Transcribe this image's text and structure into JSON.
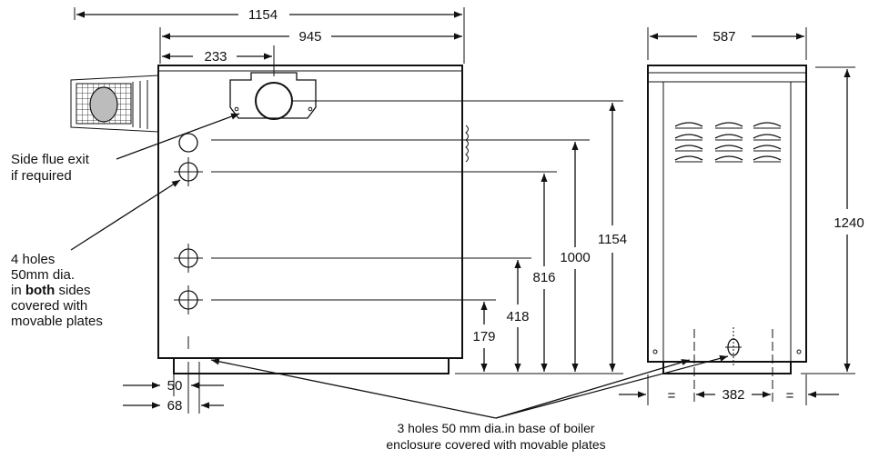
{
  "front_view": {
    "dims": {
      "overall_width": "1154",
      "case_width": "945",
      "flue_offset": "233",
      "h_top": "1154",
      "h_1000": "1000",
      "h_816": "816",
      "h_418": "418",
      "h_179": "179",
      "base_50": "50",
      "base_68": "68"
    },
    "labels": {
      "side_flue_line1": "Side flue exit",
      "side_flue_line2": "if required",
      "holes_line1": "4 holes",
      "holes_line2": "50mm dia.",
      "holes_line3_pre": "in ",
      "holes_line3_bold": "both",
      "holes_line3_post": " sides",
      "holes_line4": "covered with",
      "holes_line5": "movable plates"
    }
  },
  "side_view": {
    "dims": {
      "width": "587",
      "height": "1240",
      "base_spacing": "382",
      "equal_left": "=",
      "equal_right": "="
    }
  },
  "caption": {
    "line1": "3 holes 50 mm dia.in base of boiler",
    "line2": "enclosure covered with movable plates"
  }
}
